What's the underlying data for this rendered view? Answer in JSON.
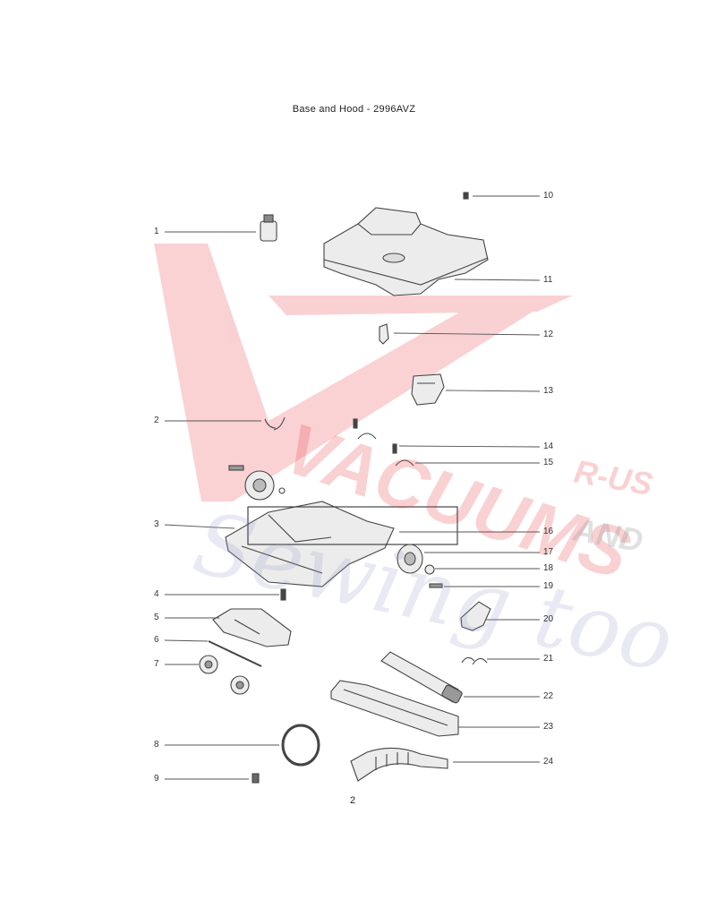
{
  "title": "Base and Hood - 2996AVZ",
  "page_number": "2",
  "watermark": {
    "line1": "VACUUMS",
    "line2": "R-US",
    "line3": "AND",
    "line4": "Sewing too",
    "primary_color": "#e8333a",
    "secondary_color": "#8e96c8",
    "gray_color": "#9a9a9a"
  },
  "callouts": {
    "left": [
      "1",
      "2",
      "3",
      "4",
      "5",
      "6",
      "7",
      "8",
      "9"
    ],
    "right": [
      "10",
      "11",
      "12",
      "13",
      "14",
      "15",
      "16",
      "17",
      "18",
      "19",
      "20",
      "21",
      "22",
      "23",
      "24"
    ]
  },
  "colors": {
    "ink": "#333333",
    "leader": "#555555",
    "part_fill": "#e9e9e9",
    "part_dark": "#777777"
  }
}
